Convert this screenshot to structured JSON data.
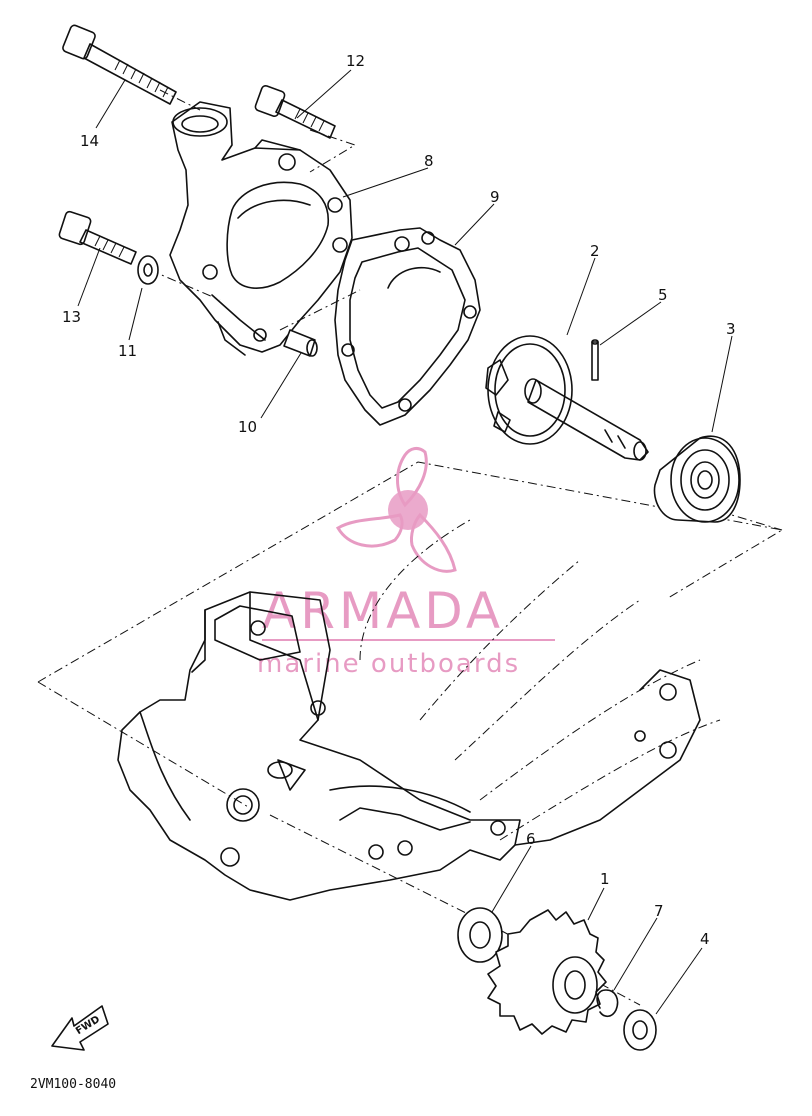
{
  "diagram": {
    "catalog_number": "2VM100-8040",
    "fwd_label": "FWD",
    "watermark": {
      "brand": "ARMADA",
      "tagline": "marine outboards",
      "color": "#e07ab0"
    },
    "callouts": [
      {
        "number": "1",
        "part": "impeller gear"
      },
      {
        "number": "2",
        "part": "impeller shaft"
      },
      {
        "number": "3",
        "part": "bearing"
      },
      {
        "number": "4",
        "part": "washer"
      },
      {
        "number": "5",
        "part": "pin"
      },
      {
        "number": "6",
        "part": "washer"
      },
      {
        "number": "7",
        "part": "circlip"
      },
      {
        "number": "8",
        "part": "gasket"
      },
      {
        "number": "9",
        "part": "gasket"
      },
      {
        "number": "10",
        "part": "dowel pin"
      },
      {
        "number": "11",
        "part": "washer"
      },
      {
        "number": "12",
        "part": "bolt"
      },
      {
        "number": "13",
        "part": "bolt"
      },
      {
        "number": "14",
        "part": "bolt"
      }
    ]
  }
}
